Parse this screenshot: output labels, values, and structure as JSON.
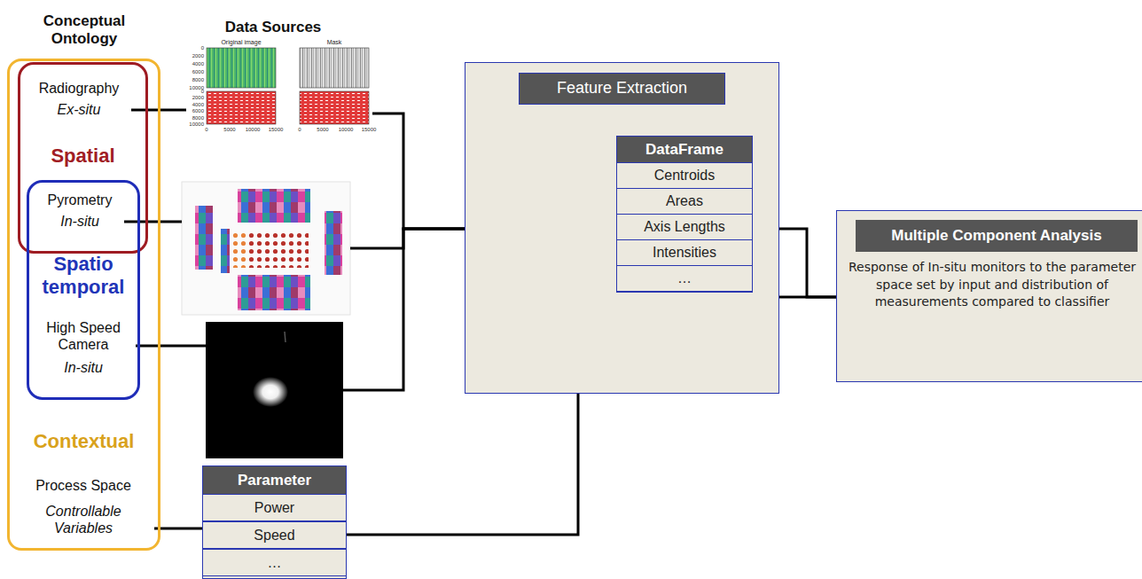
{
  "diagram": {
    "nodes": [
      {
        "text": [
          "Conceptual Ontology",
          "Contextual"
        ]
      },
      {
        "text": [
          "Spatial"
        ],
        "in": 0
      },
      {
        "text": [
          "Radiography",
          "Ex-situ"
        ],
        "in": 1
      },
      {
        "text": [
          "Spatio temporal"
        ],
        "in": 0
      },
      {
        "text": [
          "Pyrometry",
          "In-situ"
        ],
        "in": 3
      },
      {
        "text": [
          "High Speed Camera",
          "In-situ"
        ],
        "in": 3
      },
      {
        "text": [
          "Process Space",
          "Controllable Variables"
        ],
        "in": 0
      },
      {
        "text": [
          "Original image",
          "Mask"
        ]
      },
      {
        "text": []
      },
      {
        "text": []
      },
      {
        "text": [
          "Parameter"
        ]
      },
      {
        "text": [
          "Power"
        ],
        "in": 10
      },
      {
        "text": [
          "Speed"
        ],
        "in": 10
      },
      {
        "text": [
          "…"
        ],
        "in": 10
      },
      {
        "text": [
          "Feature Extraction"
        ]
      },
      {
        "text": [
          "DataFrame"
        ],
        "in": 14
      },
      {
        "text": [
          "Centroids"
        ],
        "in": 15
      },
      {
        "text": [
          "Areas"
        ],
        "in": 15
      },
      {
        "text": [
          "Axis Lengths"
        ],
        "in": 15
      },
      {
        "text": [
          "Intensities"
        ],
        "in": 15
      },
      {
        "text": [
          "…"
        ],
        "in": 15
      },
      {
        "text": [],
        "in": 14
      },
      {
        "text": [
          "Multiple Component Analysis",
          "Response of In-situ monitors to the parameter space set by input and distribution of measurements compared to classifier"
        ]
      }
    ],
    "edges": [
      {
        "from": 2,
        "to": 7,
        "arrow": "none"
      },
      {
        "from": 4,
        "to": 8,
        "arrow": "none"
      },
      {
        "from": 5,
        "to": 9,
        "arrow": "none"
      },
      {
        "from": 6,
        "to": 10,
        "arrow": "none"
      },
      {
        "from": 7,
        "to": 14,
        "arrow": "none"
      },
      {
        "from": 8,
        "to": 14,
        "arrow": "none"
      },
      {
        "from": 9,
        "to": 14,
        "arrow": "none"
      },
      {
        "from": 15,
        "to": 22,
        "arrow": "none"
      },
      {
        "from": 21,
        "to": 22,
        "arrow": "none"
      },
      {
        "from": 12,
        "to": 21,
        "arrow": "none"
      }
    ],
    "labels": [
      "Data Sources",
      "0",
      "2000",
      "4000",
      "6000",
      "8000",
      "10000",
      "0",
      "2000",
      "4000",
      "6000",
      "8000",
      "10000",
      "0",
      "5000",
      "10000",
      "15000",
      "0",
      "5000",
      "10000",
      "15000"
    ]
  }
}
